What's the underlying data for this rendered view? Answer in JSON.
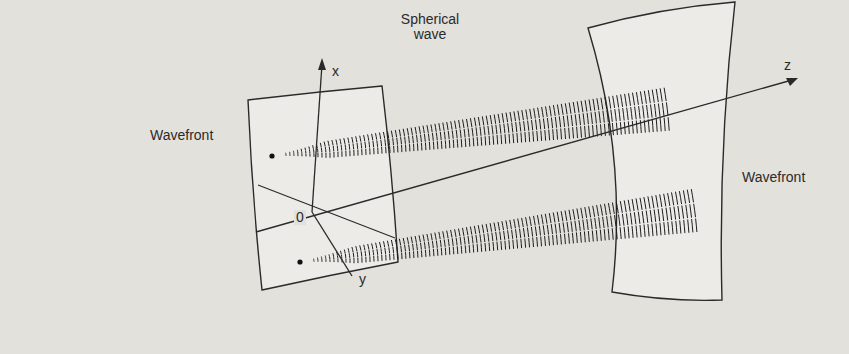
{
  "diagram": {
    "labels": [
      "Spherical wave",
      "Wavefront",
      "Wavefront",
      "x",
      "y",
      "z",
      "0"
    ]
  }
}
